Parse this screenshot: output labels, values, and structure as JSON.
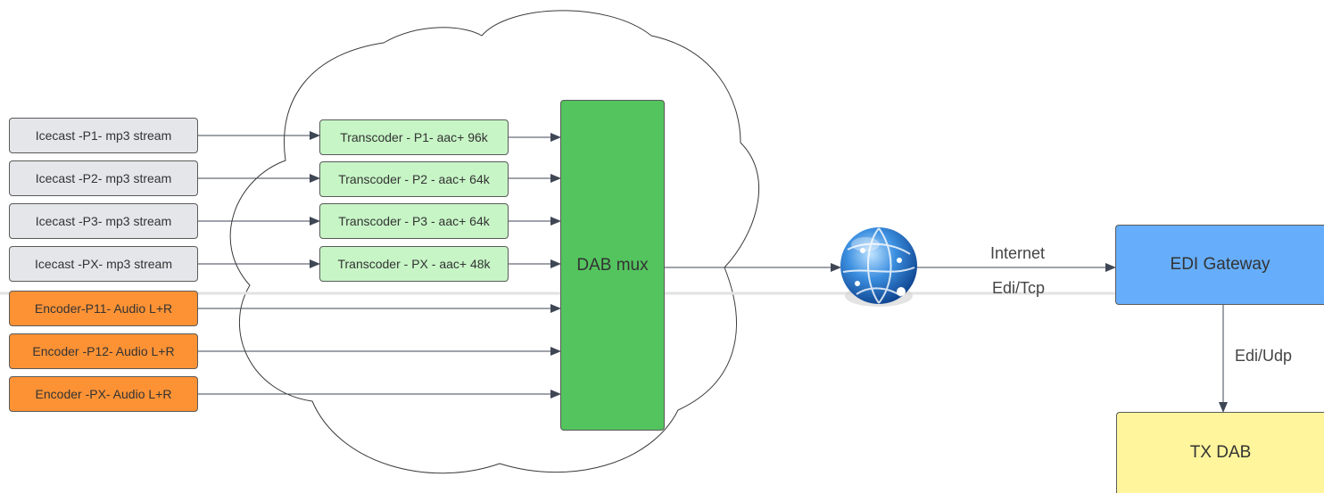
{
  "diagram": {
    "icecast_sources": [
      {
        "label": "Icecast -P1- mp3 stream"
      },
      {
        "label": "Icecast -P2- mp3 stream"
      },
      {
        "label": "Icecast -P3- mp3 stream"
      },
      {
        "label": "Icecast -PX- mp3 stream"
      }
    ],
    "encoders": [
      {
        "label": "Encoder-P11- Audio L+R"
      },
      {
        "label": "Encoder -P12- Audio L+R"
      },
      {
        "label": "Encoder -PX- Audio L+R"
      }
    ],
    "transcoders": [
      {
        "label": "Transcoder - P1- aac+ 96k"
      },
      {
        "label": "Transcoder - P2 - aac+ 64k"
      },
      {
        "label": "Transcoder - P3 - aac+ 64k"
      },
      {
        "label": "Transcoder - PX - aac+ 48k"
      }
    ],
    "mux": {
      "label": "DAB mux"
    },
    "internet": {
      "label_top": "Internet",
      "label_bottom": "Edi/Tcp"
    },
    "gateway": {
      "label": "EDI Gateway"
    },
    "udp_link": {
      "label": "Edi/Udp"
    },
    "tx": {
      "label": "TX DAB"
    },
    "colors": {
      "icecast": "#e4e6e9",
      "encoder": "#fd9235",
      "transcoder": "#c7f5c6",
      "mux": "#54c45e",
      "gateway": "#66aefb",
      "tx": "#fef59c"
    }
  }
}
